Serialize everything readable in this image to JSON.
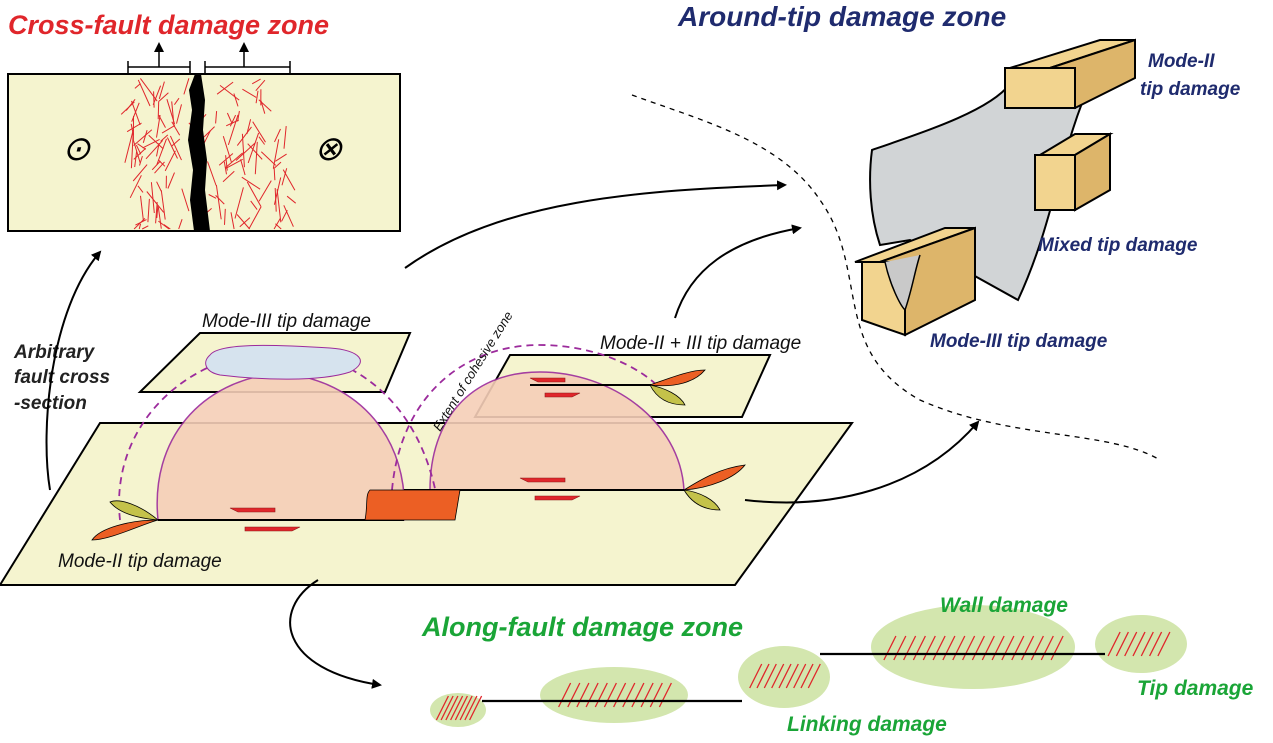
{
  "titles": {
    "cross_fault": "Cross-fault damage zone",
    "around_tip": "Around-tip damage zone",
    "along_fault": "Along-fault damage zone"
  },
  "labels": {
    "arbitrary_1": "Arbitrary",
    "arbitrary_2": "fault cross",
    "arbitrary_3": "-section",
    "mode3_plane": "Mode-III tip damage",
    "mode23_plane": "Mode-II + III tip damage",
    "cohesive": "Extent of cohesive zone",
    "mode2_main": "Mode-II tip damage",
    "tip_mode2_1": "Mode-II",
    "tip_mode2_2": "tip damage",
    "tip_mixed": "Mixed tip damage",
    "tip_mode3": "Mode-III tip damage",
    "wall": "Wall damage",
    "tip": "Tip damage",
    "linking": "Linking damage"
  },
  "symbols": {
    "out_of_page": "⊙",
    "into_page": "⊗"
  },
  "colors": {
    "cross_title": "#e0262b",
    "around_title": "#1f2b6e",
    "along_title": "#1aa537",
    "plane_fill": "#f5f4cf",
    "semi_fill": "#f6cfb8",
    "damage_orange": "#ec5f24",
    "damage_olive": "#c4c24a",
    "crack_red": "#e0262b",
    "halo_green": "#d3e6ae",
    "block_fill": "#f2d48f",
    "fault_grey": "#d1d4d6",
    "cohesive_purple": "#9c2b9c"
  }
}
